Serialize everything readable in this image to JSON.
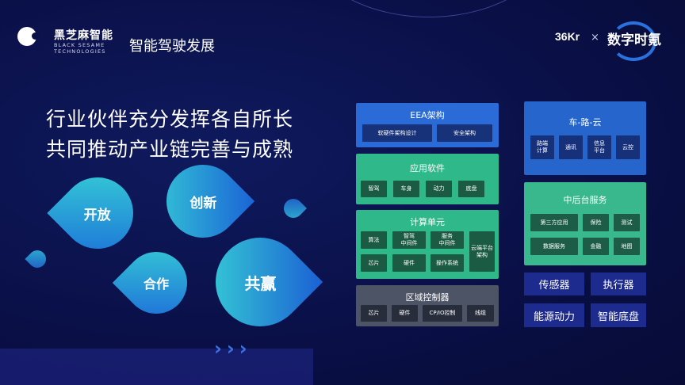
{
  "header": {
    "brand_cn": "黑芝麻智能",
    "brand_en": "BLACK SESAME TECHNOLOGIES",
    "page_title": "智能驾驶发展",
    "partner_36kr": "36Kr",
    "separator": "×",
    "partner_digital": "数字时氪"
  },
  "headline": {
    "line1": "行业伙伴充分发挥各自所长",
    "line2": "共同推动产业链完善与成熟"
  },
  "values": {
    "open": "开放",
    "innovate": "创新",
    "cooperate": "合作",
    "win": "共赢"
  },
  "eea": {
    "title": "EEA架构",
    "items": [
      "软硬件架构设计",
      "安全架构"
    ]
  },
  "apps": {
    "title": "应用软件",
    "items": [
      "智驾",
      "车身",
      "动力",
      "底盘"
    ]
  },
  "compute": {
    "title": "计算单元",
    "items": [
      "算法",
      "智驾\n中间件",
      "服务\n中间件",
      "云端平台\n架构",
      "芯片",
      "硬件",
      "操作系统"
    ]
  },
  "domain": {
    "title": "区域控制器",
    "items": [
      "芯片",
      "硬件",
      "CP/IO控制",
      "线缆"
    ]
  },
  "v2x": {
    "title": "车-路-云",
    "items": [
      "路端\n计算",
      "通讯",
      "信息\n平台",
      "云控"
    ]
  },
  "midback": {
    "title": "中后台服务",
    "items": [
      "第三方应用",
      "保险",
      "测试",
      "数据服务",
      "金融",
      "地图"
    ]
  },
  "hardware": {
    "sensor": "传感器",
    "actuator": "执行器",
    "energy": "能源动力",
    "chassis": "智能底盘"
  },
  "colors": {
    "background": "#0a1048",
    "panel_blue": "#2a6bd8",
    "panel_green": "#2fb98a",
    "panel_gray": "#4c5466",
    "accent": "#2d7df0"
  },
  "icons": {
    "chevrons": "»»»"
  }
}
